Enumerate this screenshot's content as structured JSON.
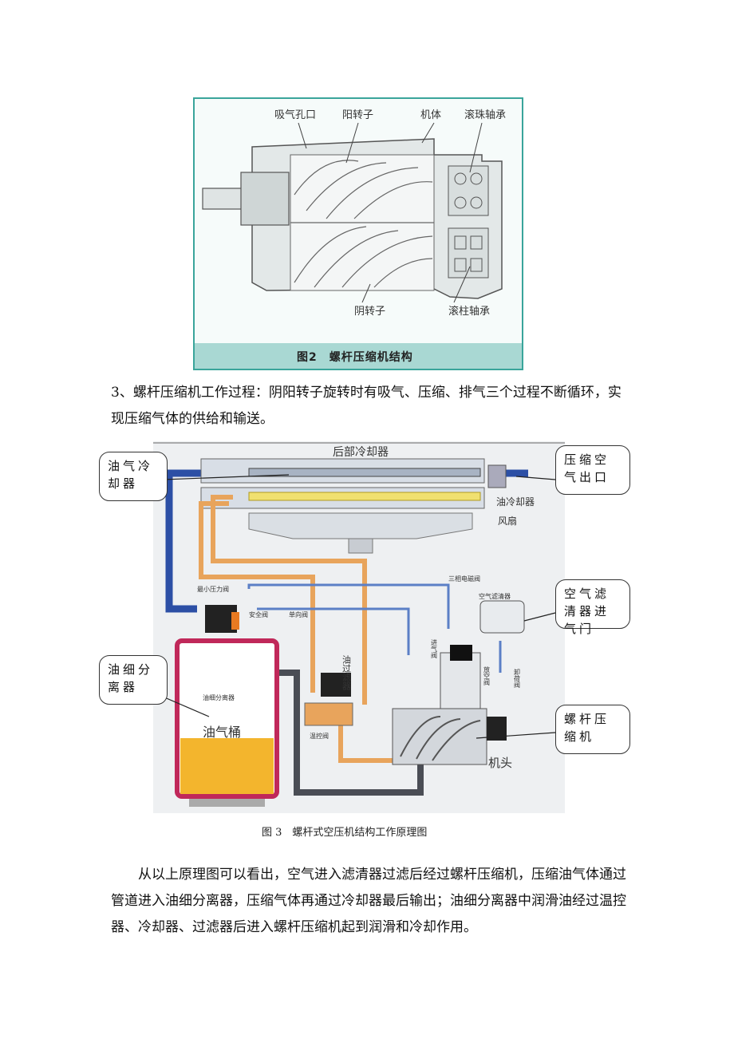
{
  "figure2": {
    "labels": {
      "intake": "吸气孔口",
      "male_rotor": "阳转子",
      "housing": "机体",
      "ball_bearing": "滚珠轴承",
      "female_rotor": "阴转子",
      "roller_bearing": "滚柱轴承"
    },
    "caption": "图2　螺杆压缩机结构"
  },
  "paragraph1": "3、螺杆压缩机工作过程：阴阳转子旋转时有吸气、压缩、排气三个过程不断循环，实现压缩气体的供给和输送。",
  "figure3": {
    "callouts": {
      "oil_gas_cooler": "油气冷却器",
      "compressed_air_outlet": "压缩空气出口",
      "air_filter_inlet": "空气滤清器进气门",
      "oil_separator": "油细分离器",
      "screw_compressor": "螺杆压缩机"
    },
    "inner_labels": {
      "after_cooler": "后部冷却器",
      "oil_cooler": "油冷却器",
      "fan": "风扇",
      "three_way_valve": "三相电磁阀",
      "air_filter": "空气滤清器",
      "safety_valve": "安全阀",
      "check_valve": "单向阀",
      "min_pressure_valve": "最小压力阀",
      "oil_filter": "油过滤器",
      "separator_inner": "油细分离器",
      "tank": "油气桶",
      "temp_valve": "温控阀",
      "head": "机头",
      "intake_valve": "进气阀",
      "pressure_valve": "放空阀",
      "relief_valve": "卸荷阀"
    },
    "caption": "图 3　螺杆式空压机结构工作原理图"
  },
  "paragraph2": "从以上原理图可以看出，空气进入滤清器过滤后经过螺杆压缩机，压缩油气体通过管道进入油细分离器，压缩气体再通过冷却器最后输出；油细分离器中润滑油经过温控器、冷却器、过滤器后进入螺杆压缩机起到润滑和冷却作用。"
}
